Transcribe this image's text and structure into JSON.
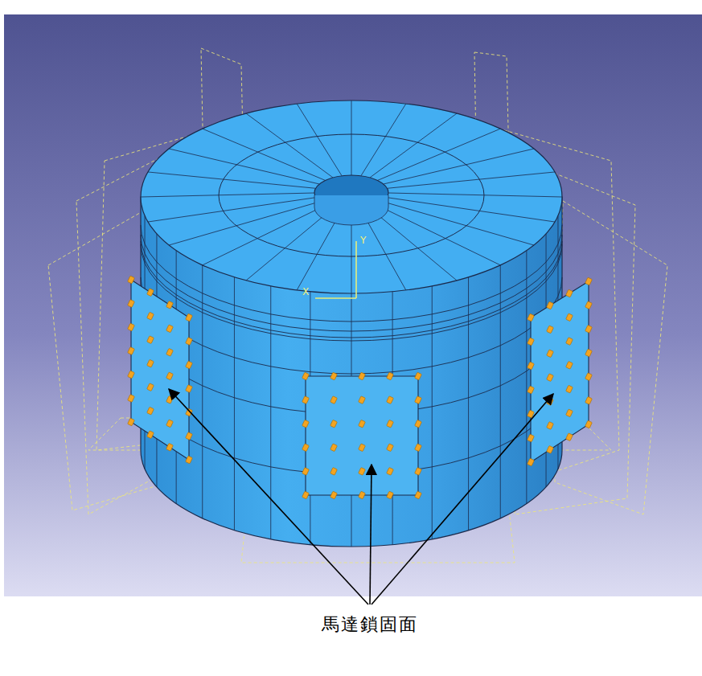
{
  "diagram": {
    "labels": [
      "X",
      "Y",
      "馬達鎖固面"
    ]
  }
}
